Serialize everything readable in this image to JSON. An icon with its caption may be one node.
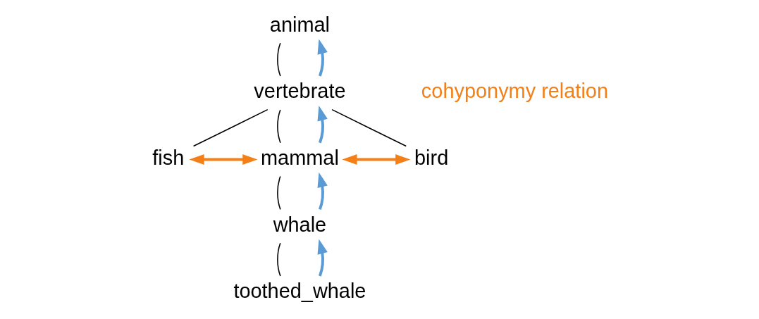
{
  "diagram": {
    "nodes": [
      {
        "text": [
          "animal"
        ]
      },
      {
        "text": [
          "vertebrate"
        ]
      },
      {
        "text": [
          "fish"
        ]
      },
      {
        "text": [
          "mammal"
        ]
      },
      {
        "text": [
          "bird"
        ]
      },
      {
        "text": [
          "whale"
        ]
      },
      {
        "text": [
          "toothed_whale"
        ]
      }
    ],
    "edges": [
      {
        "from": 0,
        "to": 1,
        "arrow": "none"
      },
      {
        "from": 1,
        "to": 2,
        "arrow": "none"
      },
      {
        "from": 1,
        "to": 3,
        "arrow": "none"
      },
      {
        "from": 1,
        "to": 4,
        "arrow": "none"
      },
      {
        "from": 3,
        "to": 5,
        "arrow": "none"
      },
      {
        "from": 5,
        "to": 6,
        "arrow": "none"
      },
      {
        "from": 1,
        "to": 0,
        "arrow": "to",
        "style": "thick",
        "color": "#5b9bd5"
      },
      {
        "from": 3,
        "to": 1,
        "arrow": "to",
        "style": "thick",
        "color": "#5b9bd5"
      },
      {
        "from": 5,
        "to": 3,
        "arrow": "to",
        "style": "thick",
        "color": "#5b9bd5"
      },
      {
        "from": 6,
        "to": 5,
        "arrow": "to",
        "style": "thick",
        "color": "#5b9bd5"
      },
      {
        "from": 2,
        "to": 3,
        "arrow": "both",
        "style": "thick",
        "color": "#f57f17"
      },
      {
        "from": 3,
        "to": 4,
        "arrow": "both",
        "style": "thick",
        "color": "#f57f17"
      }
    ],
    "labels": [
      "cohyponymy relation"
    ]
  }
}
